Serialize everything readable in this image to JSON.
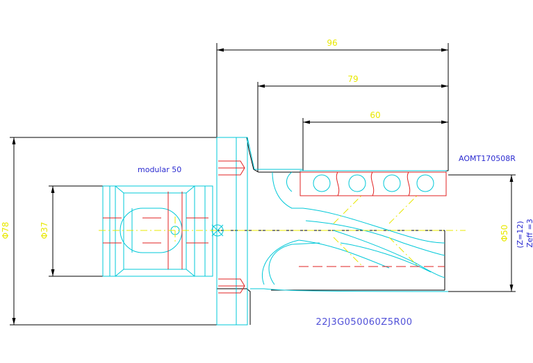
{
  "dimensions": {
    "overall_length": "96",
    "length_mid": "79",
    "length_cut": "60",
    "diameter_outer": "Φ78",
    "diameter_bore": "Φ37",
    "diameter_cutter": "Φ50"
  },
  "notes": {
    "adapter": "modular 50",
    "insert": "AOMT170508R",
    "teeth": "(Z=12)",
    "effective_teeth": "Zeff =3"
  },
  "part_number": "22J3G050060Z5R00",
  "colors": {
    "dimension_lines": "#000000",
    "dimension_text": "#e8e800",
    "outline": "#00c8d8",
    "hidden_lines": "#e02020",
    "annotation": "#2a2ad0"
  }
}
